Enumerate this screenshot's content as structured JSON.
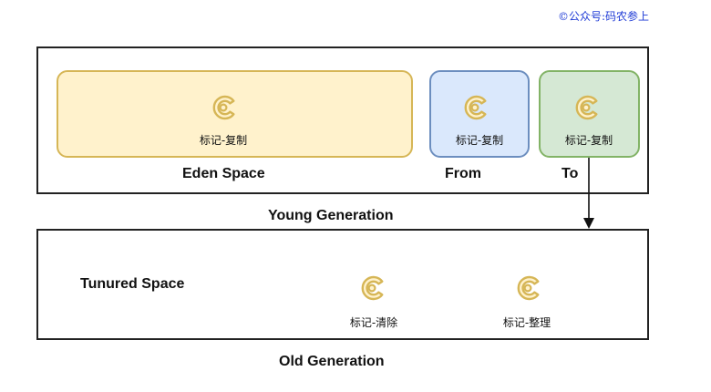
{
  "watermark": "©公众号:码农参上",
  "young_generation": {
    "title": "Young Generation",
    "eden": {
      "name": "Eden Space",
      "algorithm": "标记-复制",
      "fill": "#fff2cc",
      "stroke": "#d6b656"
    },
    "from": {
      "name": "From",
      "algorithm": "标记-复制",
      "fill": "#dae8fc",
      "stroke": "#6c8ebf"
    },
    "to": {
      "name": "To",
      "algorithm": "标记-复制",
      "fill": "#d5e8d4",
      "stroke": "#82b366"
    }
  },
  "old_generation": {
    "title": "Old Generation",
    "space_name": "Tunured Space",
    "algorithms": [
      "标记-清除",
      "标记-整理"
    ]
  },
  "icon": {
    "name": "gc-cycle-icon",
    "fill": "#fff2cc",
    "stroke": "#d6b656"
  }
}
